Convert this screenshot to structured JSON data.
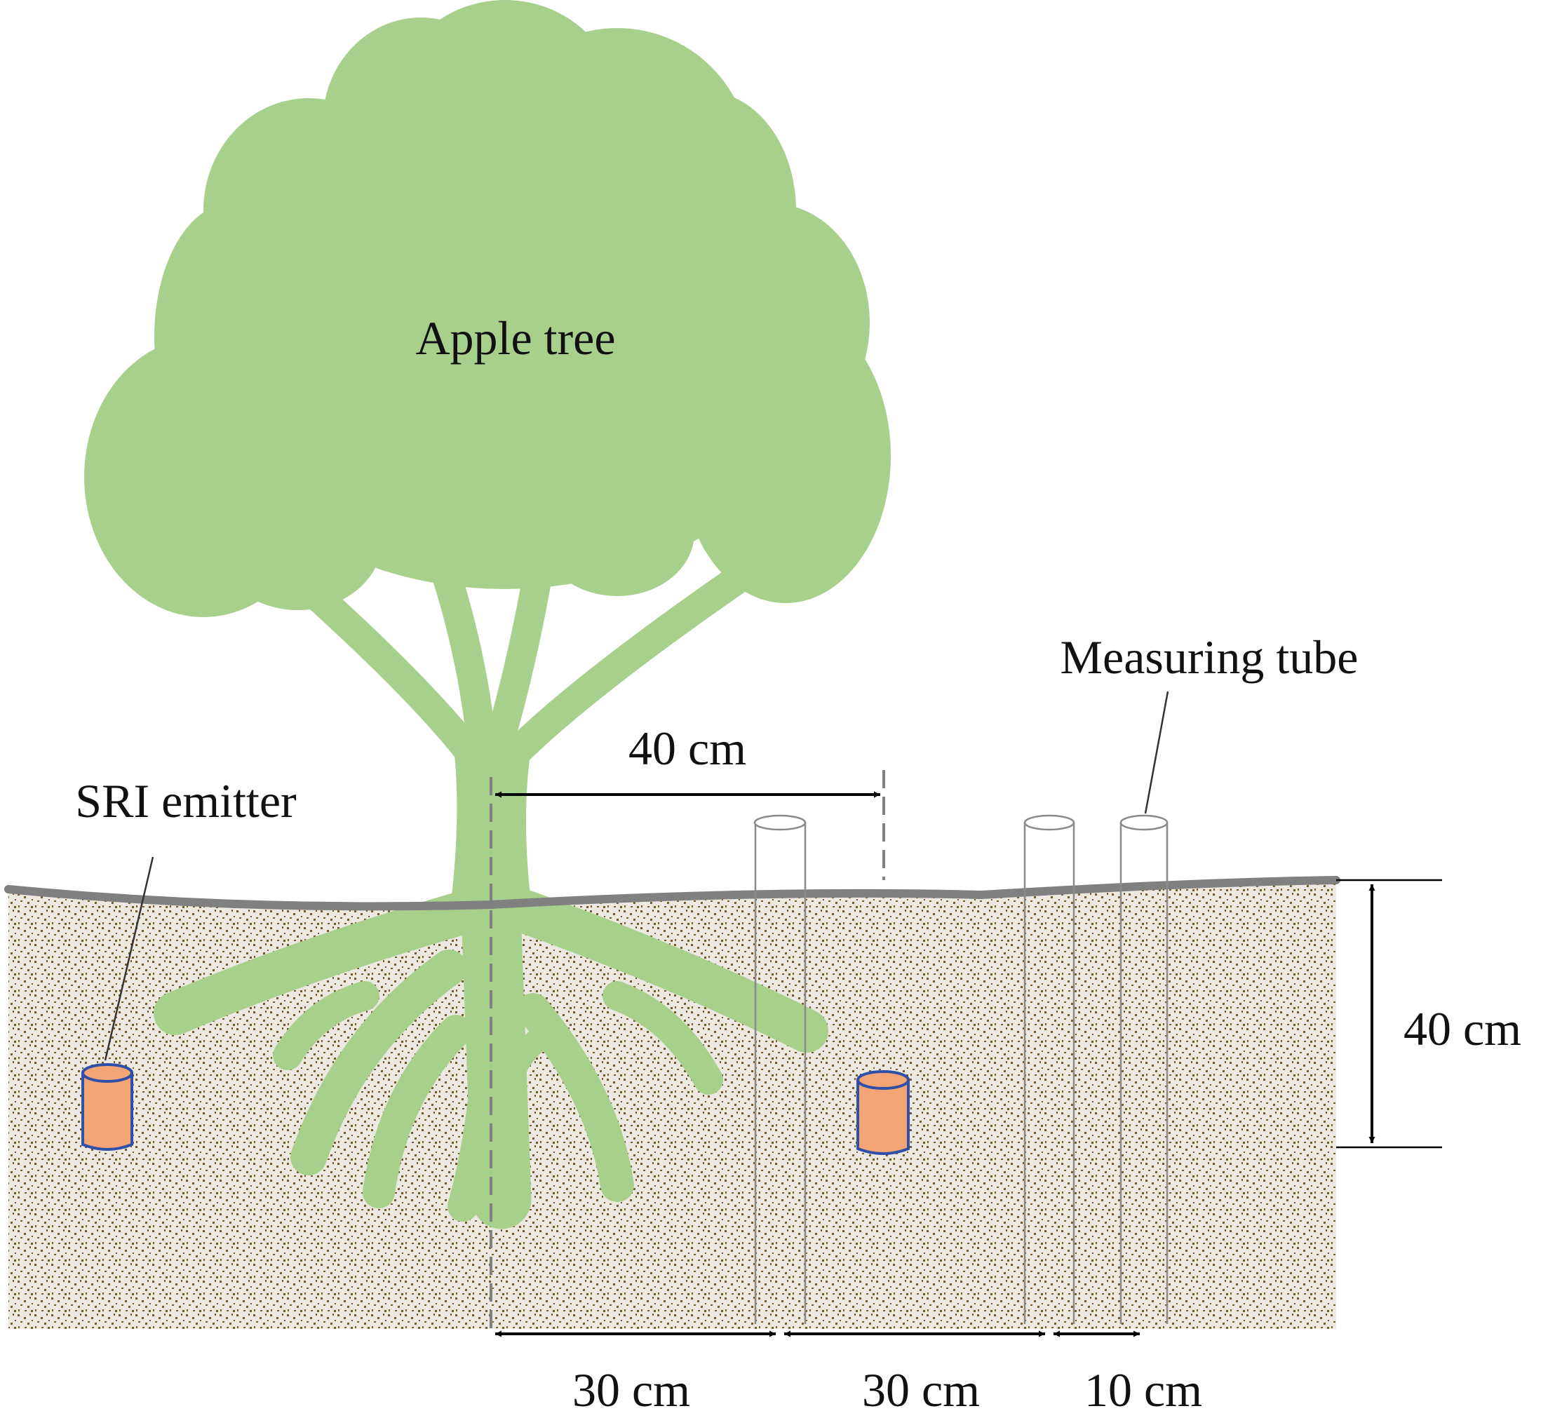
{
  "labels": {
    "tree": "Apple tree",
    "emitter": "SRI emitter",
    "tube": "Measuring tube",
    "dist_tree_emitter": "40 cm",
    "depth": "40 cm",
    "spacing_1": "30 cm",
    "spacing_2": "30 cm",
    "spacing_3": "10 cm"
  },
  "colors": {
    "foliage": "#a8d08d",
    "soil": "#ece9e3",
    "soil_speckle": "#7a5a22",
    "ground_line": "#808080",
    "emitter_fill": "#f4a575",
    "emitter_stroke": "#2f4fa8",
    "tube_stroke": "#8a8a8a"
  }
}
